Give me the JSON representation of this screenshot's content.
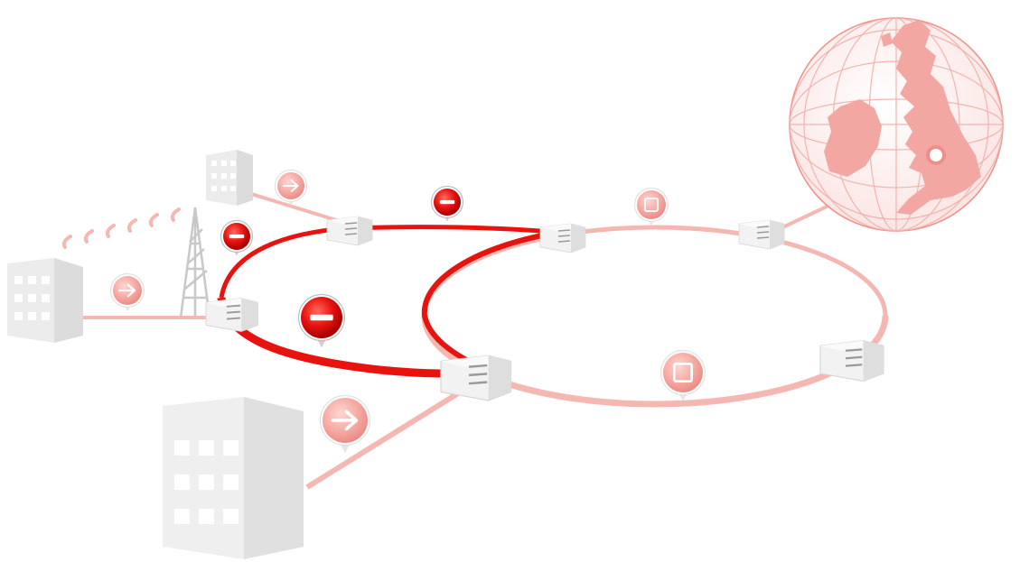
{
  "colors": {
    "active": "#e8130f",
    "inactive": "#f5b7b2",
    "building": "#eeeeee",
    "switch": "#f2f2f2",
    "globe_fill": "#f3a7a3",
    "globe_line": "#f08f8a",
    "background": "#ffffff"
  },
  "markers": [
    {
      "name": "stop-icon",
      "icon": "minus-circle",
      "state": "active"
    },
    {
      "name": "stop-icon",
      "icon": "minus-circle",
      "state": "active"
    },
    {
      "name": "stop-icon",
      "icon": "minus-circle",
      "state": "active"
    },
    {
      "name": "forward-icon",
      "icon": "arrow-right-circle",
      "state": "inactive"
    },
    {
      "name": "forward-icon",
      "icon": "arrow-right-circle",
      "state": "inactive"
    },
    {
      "name": "forward-icon",
      "icon": "arrow-right-circle",
      "state": "inactive"
    },
    {
      "name": "pause-icon",
      "icon": "square-circle",
      "state": "inactive"
    },
    {
      "name": "pause-icon",
      "icon": "square-circle",
      "state": "inactive"
    }
  ],
  "nodes": {
    "buildings": 3,
    "switches": 6,
    "radio_masts": 1
  },
  "globe": {
    "region": "british-isles-map"
  }
}
